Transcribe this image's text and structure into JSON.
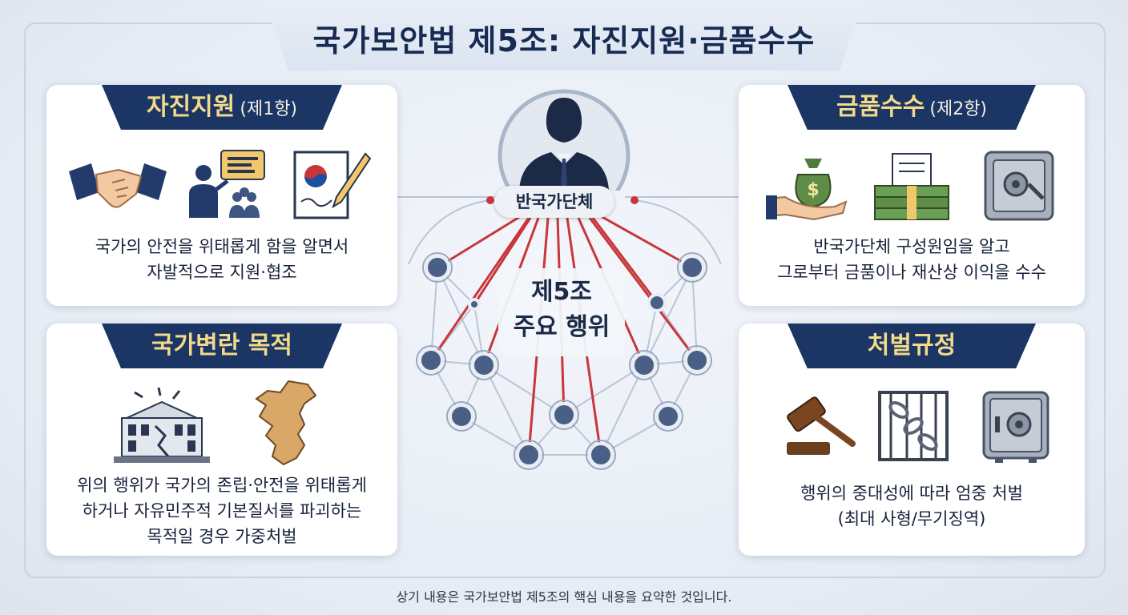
{
  "title": "국가보안법 제5조: 자진지원·금품수수",
  "cards": {
    "support": {
      "heading": "자진지원",
      "sub": "(제1항)",
      "text": "국가의 안전을 위태롭게 함을 알면서\n자발적으로 지원·협조",
      "icons": [
        "handshake-icon",
        "presenter-icon",
        "document-signing-icon"
      ]
    },
    "bribe": {
      "heading": "금품수수",
      "sub": "(제2항)",
      "text": "반국가단체 구성원임을 알고\n그로부터 금품이나 재산상 이익을 수수",
      "icons": [
        "money-bag-icon",
        "cash-stack-icon",
        "safe-icon"
      ]
    },
    "purpose": {
      "heading": "국가변란 목적",
      "text": "위의 행위가 국가의 존립·안전을 위태롭게\n하거나 자유민주적 기본질서를 파괴하는\n목적일 경우 가중처벌",
      "icons": [
        "damaged-building-icon",
        "korea-map-icon"
      ]
    },
    "penalty": {
      "heading": "처벌규정",
      "text": "행위의 중대성에 따라 엄중 처벌\n(최대 사형/무기징역)",
      "icons": [
        "gavel-icon",
        "chains-icon",
        "vault-icon"
      ]
    }
  },
  "center": {
    "org_label": "반국가단체",
    "core_line1": "제5조",
    "core_line2": "주요 행위"
  },
  "colors": {
    "navy": "#1b3564",
    "gold": "#f3d98a",
    "red_link": "#c8363a",
    "node": "#4a5f86"
  },
  "footer": "상기 내용은 국가보안법 제5조의 핵심 내용을 요약한 것입니다."
}
